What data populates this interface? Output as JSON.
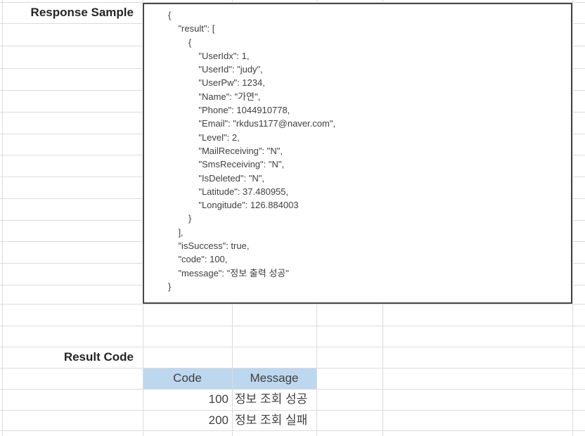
{
  "labels": {
    "response_sample": "Response Sample",
    "result_code": "Result Code"
  },
  "response_sample": {
    "json_text": "{\n    \"result\": [\n        {\n            \"UserIdx\": 1,\n            \"UserId\": \"judy\",\n            \"UserPw\": 1234,\n            \"Name\": \"가연\",\n            \"Phone\": 1044910778,\n            \"Email\": \"rkdus1177@naver.com\",\n            \"Level\": 2,\n            \"MailReceiving\": \"N\",\n            \"SmsReceiving\": \"N\",\n            \"IsDeleted\": \"N\",\n            \"Latitude\": 37.480955,\n            \"Longitude\": 126.884003\n        }\n    ],\n    \"isSuccess\": true,\n    \"code\": 100,\n    \"message\": \"정보 출력 성공\"\n}"
  },
  "result_table": {
    "headers": [
      "Code",
      "Message"
    ],
    "rows": [
      {
        "code": "100",
        "message": "정보 조회 성공"
      },
      {
        "code": "200",
        "message": "정보 조회 실패"
      }
    ]
  },
  "colors": {
    "table_header_fill": "#bdd7ee",
    "gridline": "#dcdcdc",
    "box_border": "#474747",
    "text": "#3f3f3f"
  }
}
